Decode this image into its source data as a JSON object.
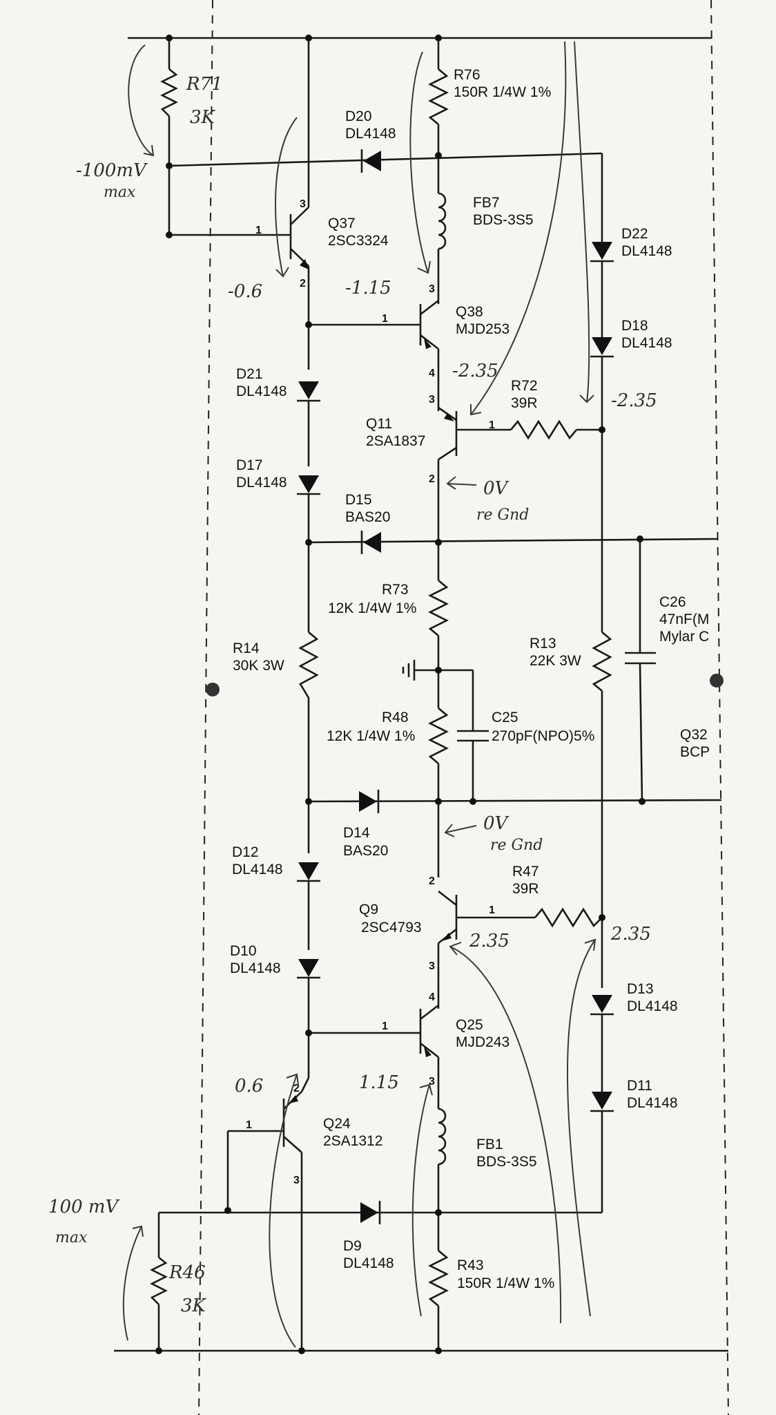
{
  "components": {
    "r71": {
      "ref": "R71",
      "value": "3K"
    },
    "r76": {
      "ref": "R76",
      "value": "150R 1/4W 1%"
    },
    "d20": {
      "ref": "D20",
      "value": "DL4148"
    },
    "fb7": {
      "ref": "FB7",
      "value": "BDS-3S5"
    },
    "d22": {
      "ref": "D22",
      "value": "DL4148"
    },
    "q37": {
      "ref": "Q37",
      "value": "2SC3324"
    },
    "q38": {
      "ref": "Q38",
      "value": "MJD253"
    },
    "d18": {
      "ref": "D18",
      "value": "DL4148"
    },
    "d21": {
      "ref": "D21",
      "value": "DL4148"
    },
    "r72": {
      "ref": "R72",
      "value": "39R"
    },
    "q11": {
      "ref": "Q11",
      "value": "2SA1837"
    },
    "d17": {
      "ref": "D17",
      "value": "DL4148"
    },
    "d15": {
      "ref": "D15",
      "value": "BAS20"
    },
    "r73": {
      "ref": "R73",
      "value": "12K 1/4W 1%"
    },
    "c26": {
      "ref": "C26",
      "value": "47nF(M",
      "value2": "Mylar C"
    },
    "r14": {
      "ref": "R14",
      "value": "30K 3W"
    },
    "r13": {
      "ref": "R13",
      "value": "22K 3W"
    },
    "r48": {
      "ref": "R48",
      "value": "12K 1/4W 1%"
    },
    "c25": {
      "ref": "C25",
      "value": "270pF(NPO)5%"
    },
    "q32": {
      "ref": "Q32",
      "value": "BCP"
    },
    "d14": {
      "ref": "D14",
      "value": "BAS20"
    },
    "d12": {
      "ref": "D12",
      "value": "DL4148"
    },
    "r47": {
      "ref": "R47",
      "value": "39R"
    },
    "q9": {
      "ref": "Q9",
      "value": "2SC4793"
    },
    "d10": {
      "ref": "D10",
      "value": "DL4148"
    },
    "d13": {
      "ref": "D13",
      "value": "DL4148"
    },
    "q25": {
      "ref": "Q25",
      "value": "MJD243"
    },
    "d11": {
      "ref": "D11",
      "value": "DL4148"
    },
    "q24": {
      "ref": "Q24",
      "value": "2SA1312"
    },
    "fb1": {
      "ref": "FB1",
      "value": "BDS-3S5"
    },
    "d9": {
      "ref": "D9",
      "value": "DL4148"
    },
    "r46": {
      "ref": "R46",
      "value": "3K"
    },
    "r43": {
      "ref": "R43",
      "value": "150R 1/4W 1%"
    }
  },
  "pins": {
    "p1": "1",
    "p2": "2",
    "p3": "3",
    "p4": "4"
  },
  "annotations": {
    "neg_100mv": "-100mV",
    "max_top": "max",
    "neg_0_6": "-0.6",
    "neg_1_15": "-1.15",
    "neg_2_35_q11": "-2.35",
    "neg_2_35_r72": "-2.35",
    "zero_v_top": "0V",
    "re_gnd_top": "re Gnd",
    "zero_v_bottom": "0V",
    "re_gnd_bottom": "re Gnd",
    "pos_2_35_q9": "2.35",
    "pos_2_35_r47": "2.35",
    "pos_0_6": "0.6",
    "pos_1_15": "1.15",
    "pos_100mv": "100 mV",
    "max_bottom": "max"
  }
}
